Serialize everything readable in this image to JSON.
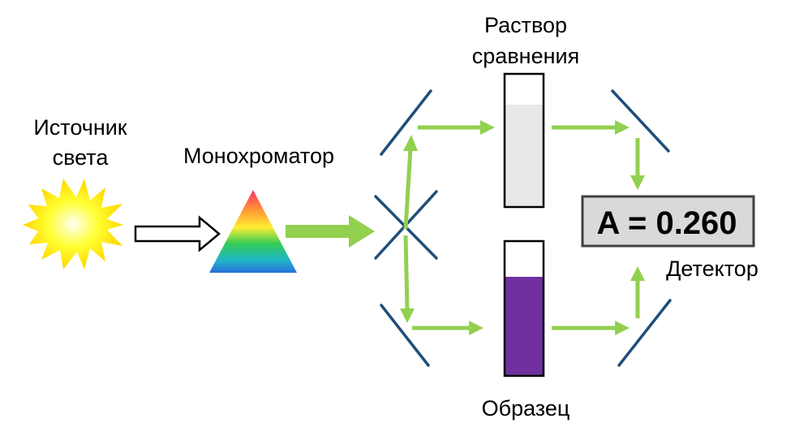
{
  "labels": {
    "source_line1": "Источник",
    "source_line2": "света",
    "monochromator": "Монохроматор",
    "reference_line1": "Раствор",
    "reference_line2": "сравнения",
    "sample": "Образец",
    "detector": "Детектор"
  },
  "readout": "A = 0.260",
  "colors": {
    "beam": "#92d050",
    "mirror": "#1f4e79",
    "sun": "#ffff00",
    "sun_edge": "#ffd700",
    "reference_solution": "#e8e8e8",
    "sample_solution": "#7030a0",
    "readout_fill": "#d9d9d9",
    "readout_border": "#404040"
  }
}
